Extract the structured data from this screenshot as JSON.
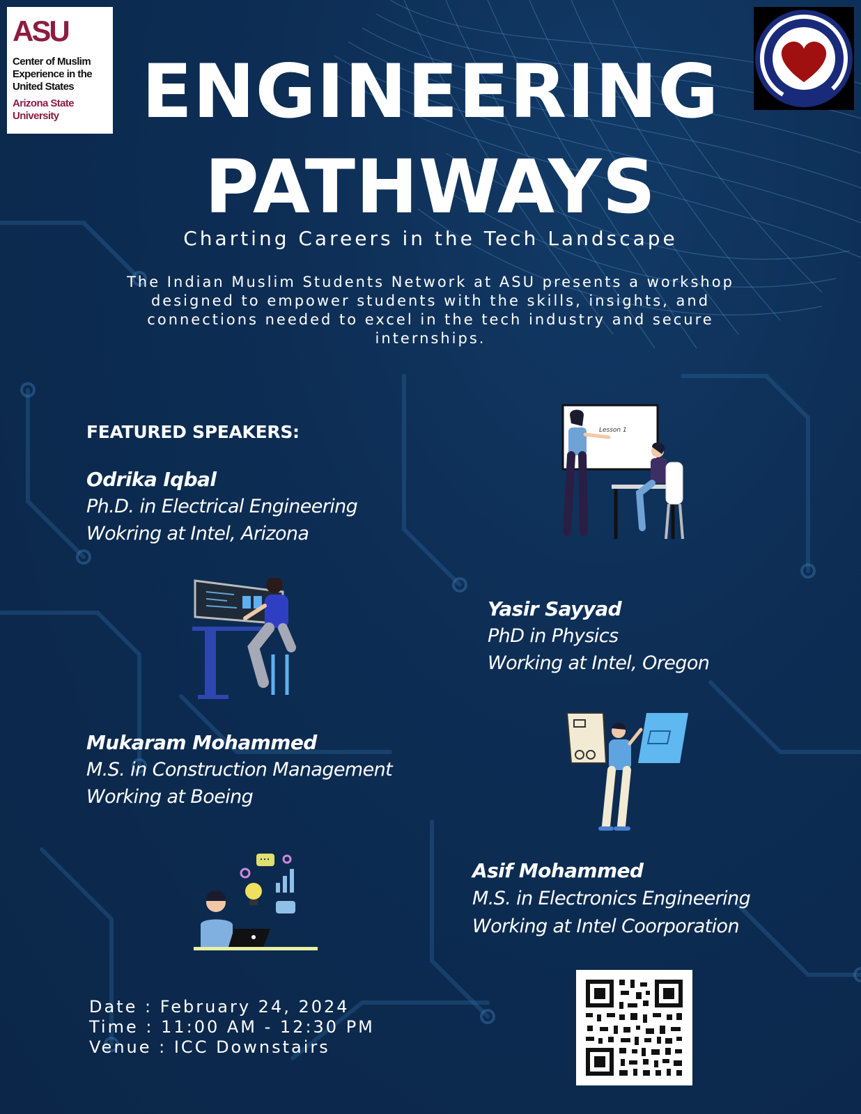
{
  "logos": {
    "asu": {
      "mark": "ASU",
      "lines": [
        "Center of Muslim",
        "Experience in the",
        "United States"
      ],
      "university_lines": [
        "Arizona State",
        "University"
      ],
      "brand_color": "#8c1d40"
    },
    "heart": {
      "icon": "heart-icon",
      "ring_color": "#1a2a7a",
      "heart_color": "#a01010"
    }
  },
  "title": {
    "line1": "ENGINEERING",
    "line2": "PATHWAYS"
  },
  "subtitle": "Charting Careers in the Tech Landscape",
  "description": "The Indian Muslim Students Network at ASU presents a workshop designed to empower students with the skills, insights, and connections needed to excel in the tech industry and secure internships.",
  "featured_label": "FEATURED SPEAKERS:",
  "speakers": [
    {
      "name": "Odrika Iqbal",
      "degree": "Ph.D. in Electrical Engineering",
      "work": "Wokring at Intel, Arizona"
    },
    {
      "name": "Yasir Sayyad",
      "degree": "PhD in Physics",
      "work": "Working at Intel, Oregon"
    },
    {
      "name": "Mukaram Mohammed",
      "degree": "M.S. in Construction Management",
      "work": "Working at Boeing"
    },
    {
      "name": "Asif Mohammed",
      "degree": "M.S. in Electronics Engineering",
      "work": "Working at Intel Coorporation"
    }
  ],
  "illustrations": {
    "teacher_board_text": "Lesson 1"
  },
  "event": {
    "date": "Date : February 24, 2024",
    "time": "Time : 11:00 AM - 12:30 PM",
    "venue": "Venue : ICC Downstairs"
  },
  "qr": {
    "icon": "qr-code-icon"
  },
  "colors": {
    "background": "#0d2a4e",
    "text": "#ffffff",
    "accent_blue": "#4a90e2"
  }
}
